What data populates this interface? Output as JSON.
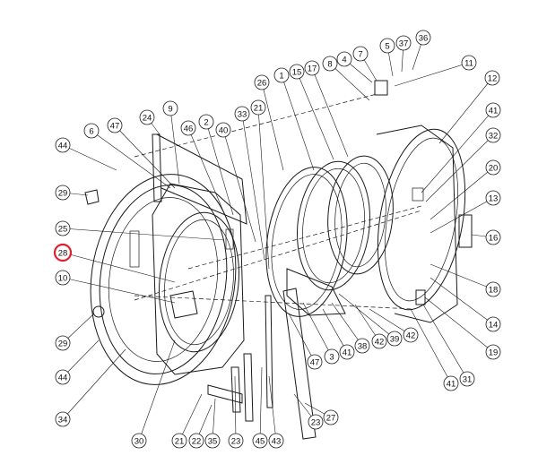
{
  "diagram": {
    "type": "exploded-parts-view",
    "highlight_color": "#e0202e",
    "line_color": "#1a1a1a",
    "highlighted_callout": "28",
    "callouts": [
      {
        "id": "c5",
        "label": "5"
      },
      {
        "id": "c37",
        "label": "37"
      },
      {
        "id": "c36",
        "label": "36"
      },
      {
        "id": "c7",
        "label": "7"
      },
      {
        "id": "c4",
        "label": "4"
      },
      {
        "id": "c8",
        "label": "8"
      },
      {
        "id": "c11",
        "label": "11"
      },
      {
        "id": "c12",
        "label": "12"
      },
      {
        "id": "c17",
        "label": "17"
      },
      {
        "id": "c15",
        "label": "15"
      },
      {
        "id": "c1",
        "label": "1"
      },
      {
        "id": "c26a",
        "label": "26"
      },
      {
        "id": "c41a",
        "label": "41"
      },
      {
        "id": "c32",
        "label": "32"
      },
      {
        "id": "c20",
        "label": "20"
      },
      {
        "id": "c13",
        "label": "13"
      },
      {
        "id": "c16",
        "label": "16"
      },
      {
        "id": "c18",
        "label": "18"
      },
      {
        "id": "c14",
        "label": "14"
      },
      {
        "id": "c19",
        "label": "19"
      },
      {
        "id": "c31",
        "label": "31"
      },
      {
        "id": "c41b",
        "label": "41"
      },
      {
        "id": "c42a",
        "label": "42"
      },
      {
        "id": "c42b",
        "label": "42"
      },
      {
        "id": "c39",
        "label": "39"
      },
      {
        "id": "c38",
        "label": "38"
      },
      {
        "id": "c41c",
        "label": "41"
      },
      {
        "id": "c3",
        "label": "3"
      },
      {
        "id": "c47a",
        "label": "47"
      },
      {
        "id": "c27",
        "label": "27"
      },
      {
        "id": "c23a",
        "label": "23"
      },
      {
        "id": "c43",
        "label": "43"
      },
      {
        "id": "c45",
        "label": "45"
      },
      {
        "id": "c23b",
        "label": "23"
      },
      {
        "id": "c35",
        "label": "35"
      },
      {
        "id": "c22",
        "label": "22"
      },
      {
        "id": "c21a",
        "label": "21"
      },
      {
        "id": "c30",
        "label": "30"
      },
      {
        "id": "c34",
        "label": "34"
      },
      {
        "id": "c44a",
        "label": "44"
      },
      {
        "id": "c29a",
        "label": "29"
      },
      {
        "id": "c10",
        "label": "10"
      },
      {
        "id": "c28",
        "label": "28"
      },
      {
        "id": "c25",
        "label": "25"
      },
      {
        "id": "c29b",
        "label": "29"
      },
      {
        "id": "c44b",
        "label": "44"
      },
      {
        "id": "c6",
        "label": "6"
      },
      {
        "id": "c47b",
        "label": "47"
      },
      {
        "id": "c24",
        "label": "24"
      },
      {
        "id": "c9",
        "label": "9"
      },
      {
        "id": "c46",
        "label": "46"
      },
      {
        "id": "c2",
        "label": "2"
      },
      {
        "id": "c40",
        "label": "40"
      },
      {
        "id": "c33",
        "label": "33"
      },
      {
        "id": "c21b",
        "label": "21"
      }
    ]
  }
}
